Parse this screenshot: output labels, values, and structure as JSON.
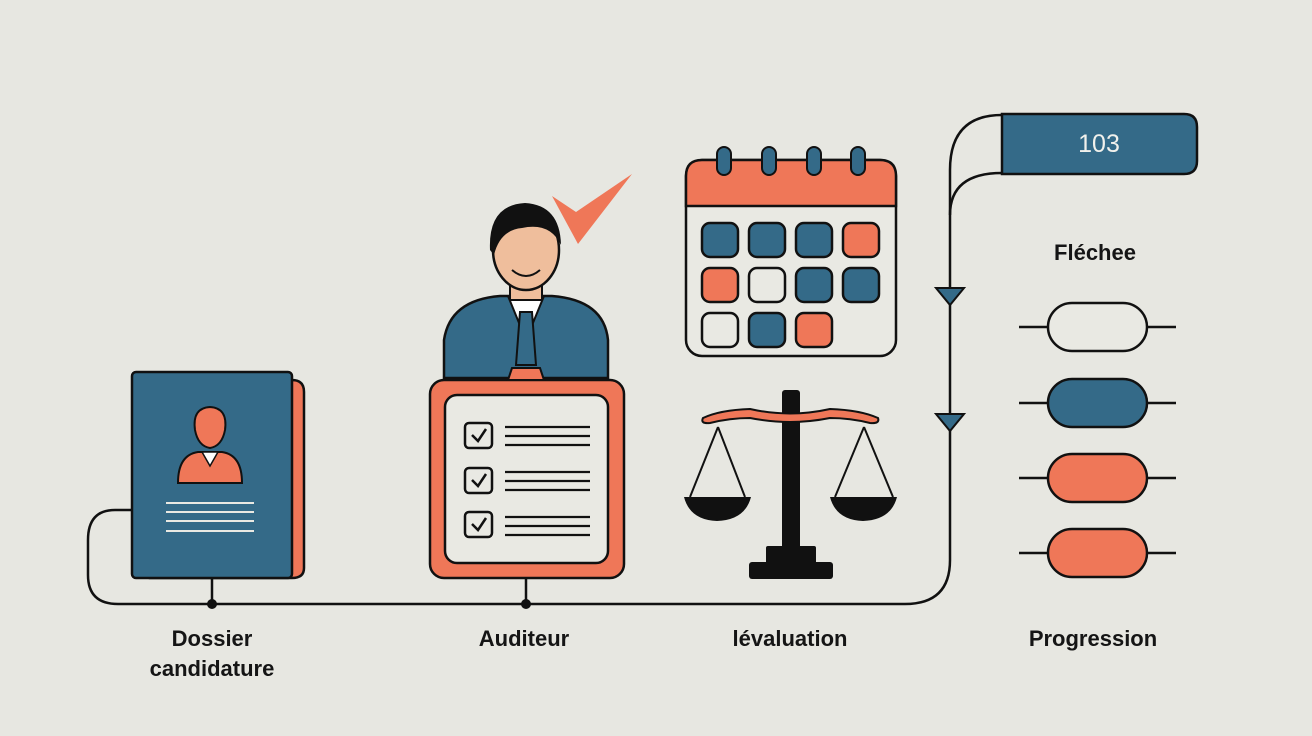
{
  "colors": {
    "background": "#e7e7e1",
    "blue": "#346a88",
    "coral": "#ef7758",
    "ink": "#111111",
    "skin": "#efbe9c",
    "paper": "#e9e9e3"
  },
  "steps": [
    {
      "id": "dossier",
      "label": "Dossier candidature",
      "line1": "Dossier",
      "line2": "candidature",
      "icon": "candidate-file-icon"
    },
    {
      "id": "auditeur",
      "label": "Auditeur",
      "icon": "auditor-with-checklist-icon"
    },
    {
      "id": "evaluation",
      "label": "lévaluation",
      "icon": "calendar-and-scales-icon"
    },
    {
      "id": "progression",
      "label": "Progression",
      "icon": "progress-pills-icon"
    }
  ],
  "badge": {
    "value": "103"
  },
  "flechee": {
    "label": "Fléchee"
  },
  "calendar": {
    "rows": [
      [
        "blue",
        "blue",
        "blue",
        "coral"
      ],
      [
        "coral",
        "empty",
        "blue",
        "blue"
      ],
      [
        "empty",
        "blue",
        "coral"
      ]
    ]
  },
  "progress_pills": [
    "empty",
    "blue",
    "coral",
    "coral"
  ]
}
